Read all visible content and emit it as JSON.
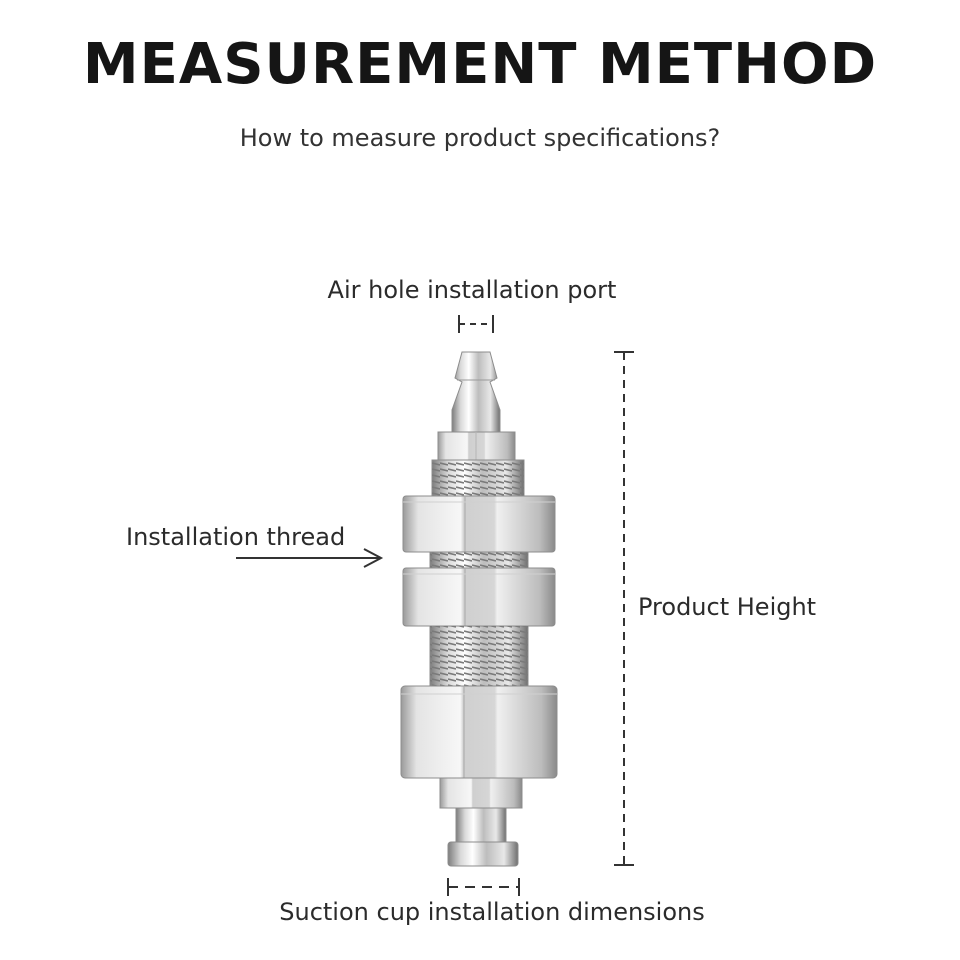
{
  "header": {
    "title": "MEASUREMENT METHOD",
    "subtitle": "How to measure product specifications?"
  },
  "labels": {
    "air_hole": "Air hole installation port",
    "installation_thread": "Installation thread",
    "product_height": "Product Height",
    "suction_cup": "Suction cup installation dimensions"
  },
  "colors": {
    "text": "#2b2b2b",
    "title": "#151515",
    "metal_light": "#f2f2f2",
    "metal_dark": "#8a8a8a"
  }
}
